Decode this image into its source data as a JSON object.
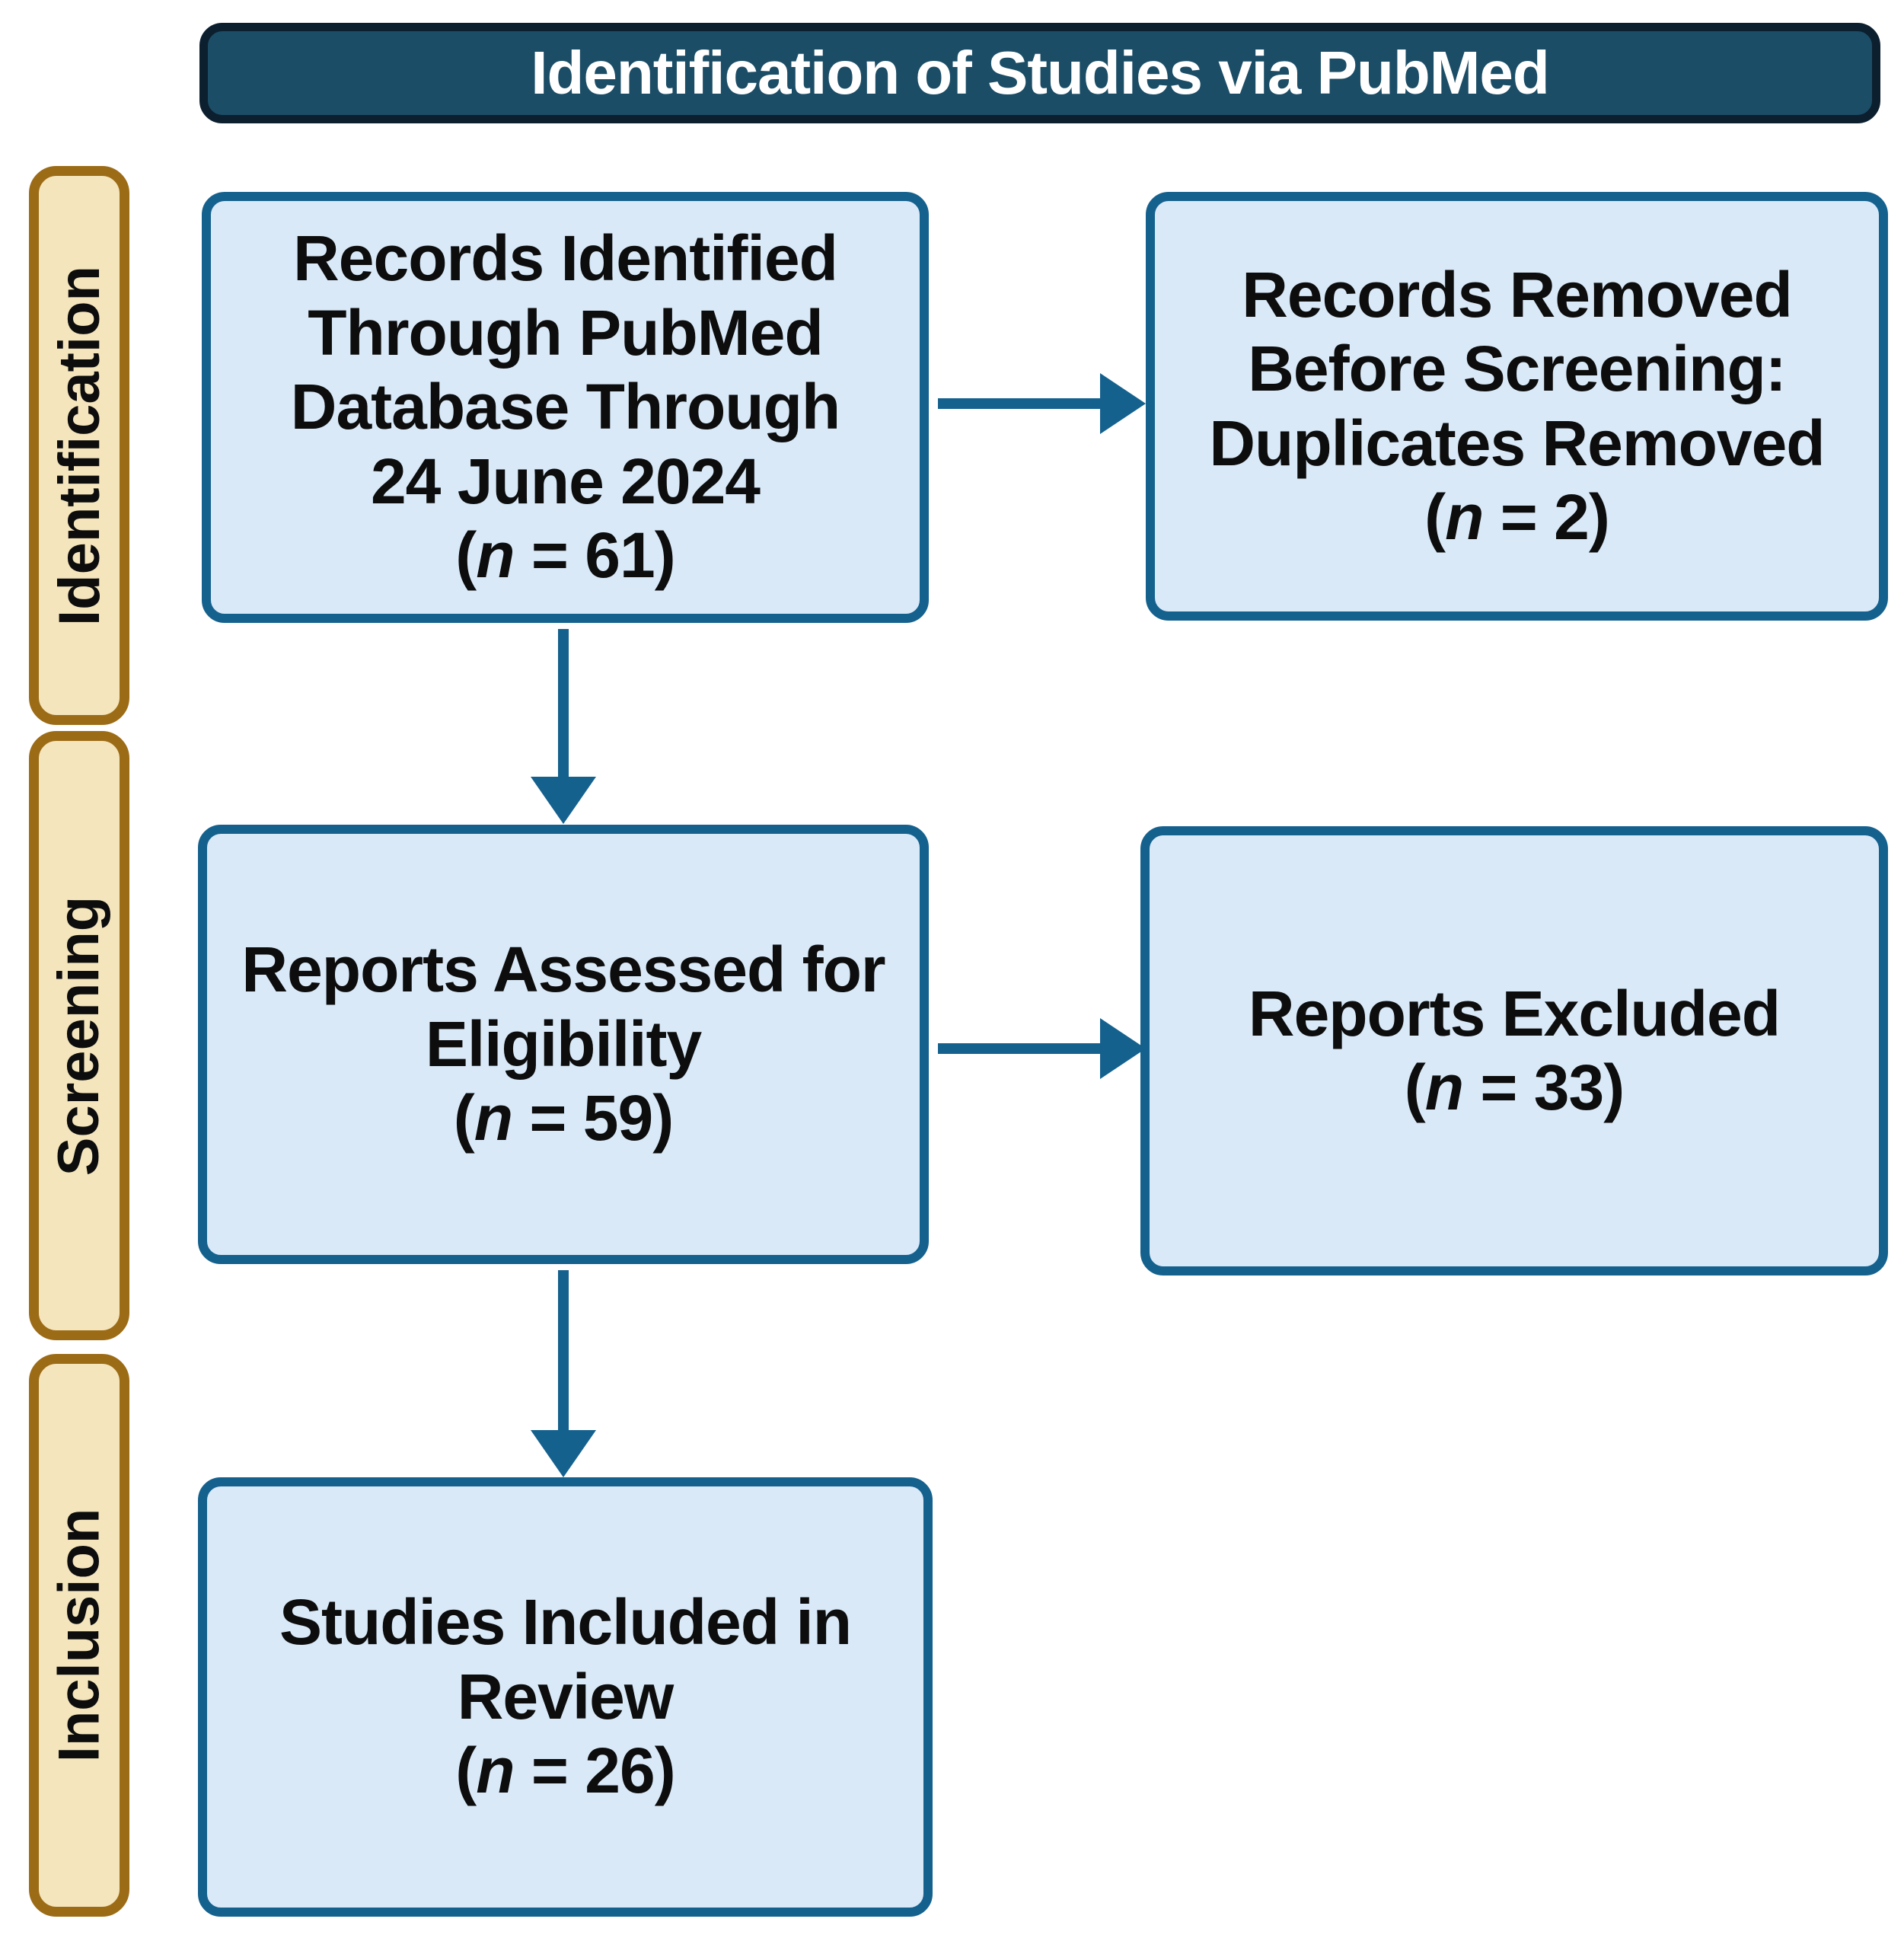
{
  "title": {
    "text": "Identification of Studies via PubMed"
  },
  "sidebar": {
    "stages": [
      {
        "label": "Identification"
      },
      {
        "label": "Screening"
      },
      {
        "label": "Inclusion"
      }
    ]
  },
  "boxes": {
    "identified": {
      "text": "Records Identified\nThrough PubMed\nDatabase Through\n24 June 2024",
      "n_prefix": "(",
      "n_italic": "n",
      "n_suffix": " = 61)"
    },
    "removed": {
      "text": "Records Removed\nBefore Screening:\nDuplicates Removed",
      "n_prefix": "(",
      "n_italic": "n",
      "n_suffix": " = 2)"
    },
    "assessed": {
      "text": "Reports Assessed for\nEligibility",
      "n_prefix": "(",
      "n_italic": "n",
      "n_suffix": " = 59)"
    },
    "excluded": {
      "text": "Reports Excluded",
      "n_prefix": "(",
      "n_italic": "n",
      "n_suffix": " = 33)"
    },
    "included": {
      "text": "Studies Included in\nReview",
      "n_prefix": "(",
      "n_italic": "n",
      "n_suffix": " = 26)"
    }
  },
  "colors": {
    "box_fill": "#d9e9f8",
    "box_border": "#15618e",
    "title_fill": "#1b4d66",
    "title_border": "#0c1f2e",
    "stage_fill": "#f4e5bd",
    "stage_border": "#9c6b16",
    "arrow": "#15618e",
    "box_text": "#0d0d0d",
    "title_text": "#ffffff"
  }
}
